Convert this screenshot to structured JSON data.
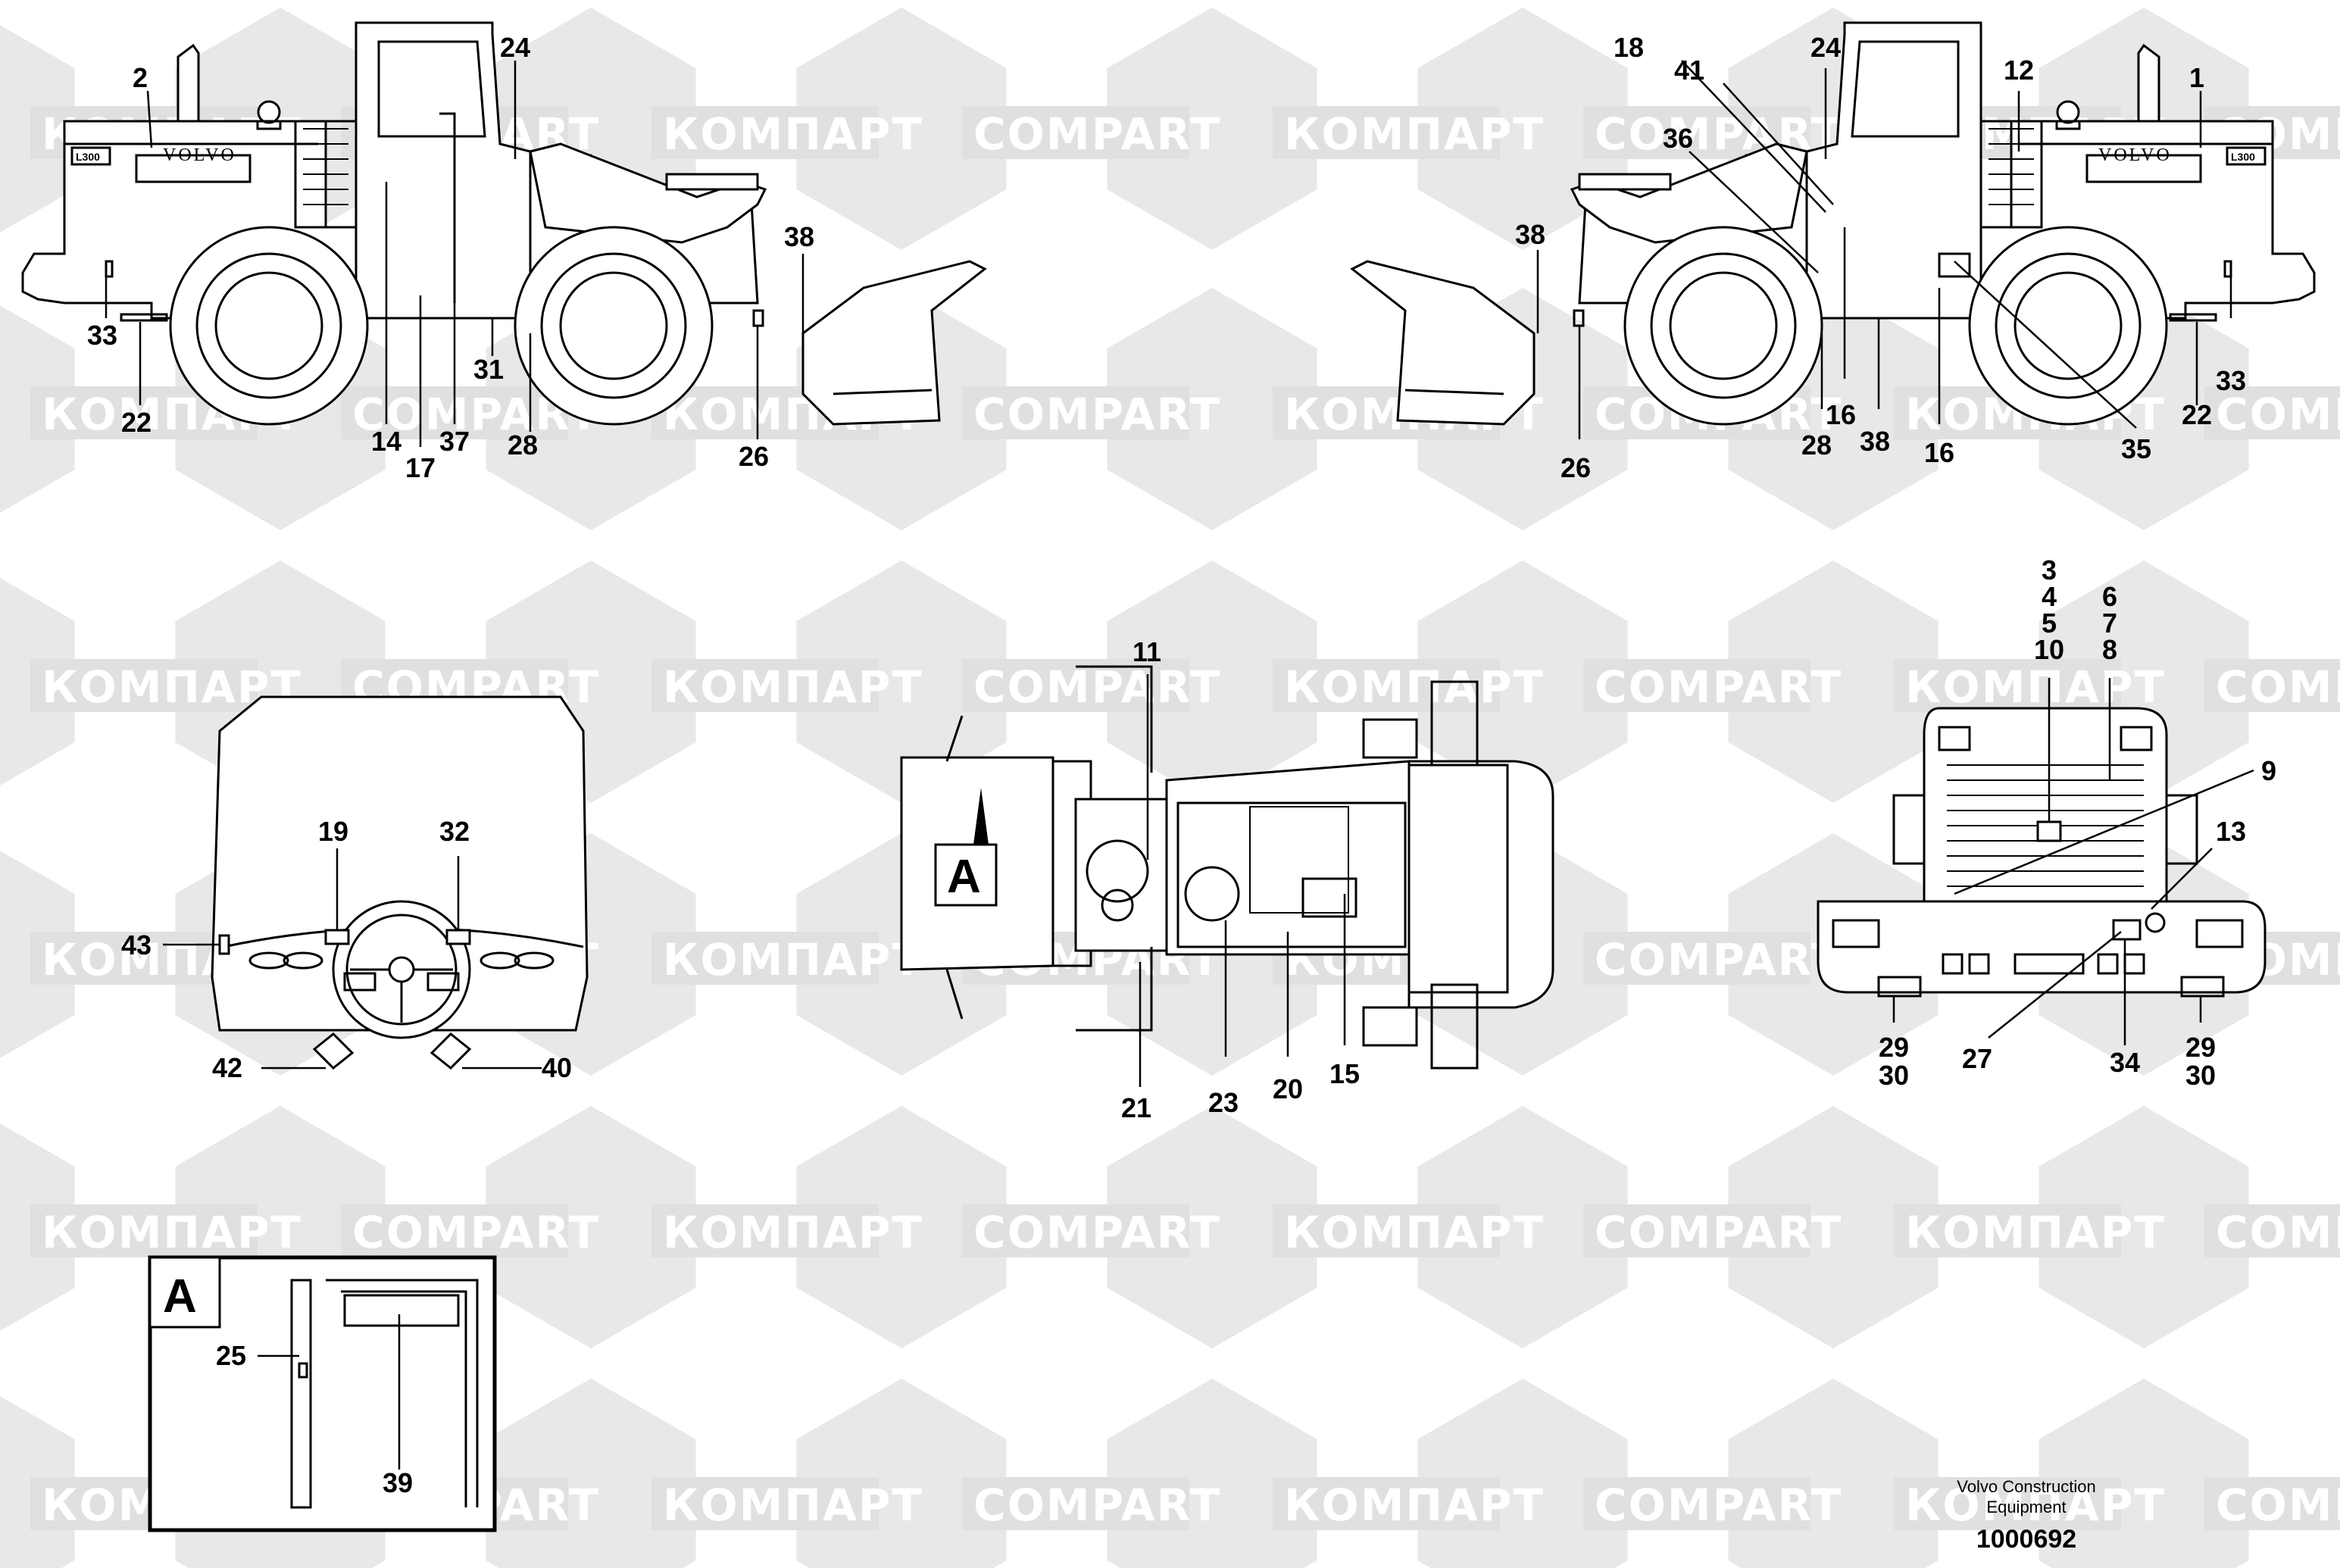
{
  "watermark": {
    "latin": "COMPART",
    "cyrillic": "КОМПАРТ"
  },
  "machine": {
    "brand": "VOLVO",
    "model": "L300"
  },
  "detail_label": "A",
  "callouts": {
    "left_view": [
      "2",
      "24",
      "38",
      "33",
      "22",
      "14",
      "17",
      "37",
      "31",
      "28",
      "26"
    ],
    "right_view": [
      "18",
      "41",
      "24",
      "12",
      "1",
      "36",
      "38",
      "26",
      "28",
      "16",
      "38",
      "16",
      "35",
      "22",
      "33"
    ],
    "cab": [
      "19",
      "32",
      "43",
      "42",
      "40"
    ],
    "top_view": [
      "11",
      "21",
      "23",
      "20",
      "15"
    ],
    "rear_view": [
      "3",
      "4",
      "5",
      "10",
      "6",
      "7",
      "8",
      "9",
      "13",
      "29",
      "30",
      "27",
      "34",
      "29",
      "30"
    ],
    "detail": [
      "25",
      "39"
    ]
  },
  "caption": {
    "line1": "Volvo Construction",
    "line2": "Equipment"
  },
  "doc_number": "1000692"
}
